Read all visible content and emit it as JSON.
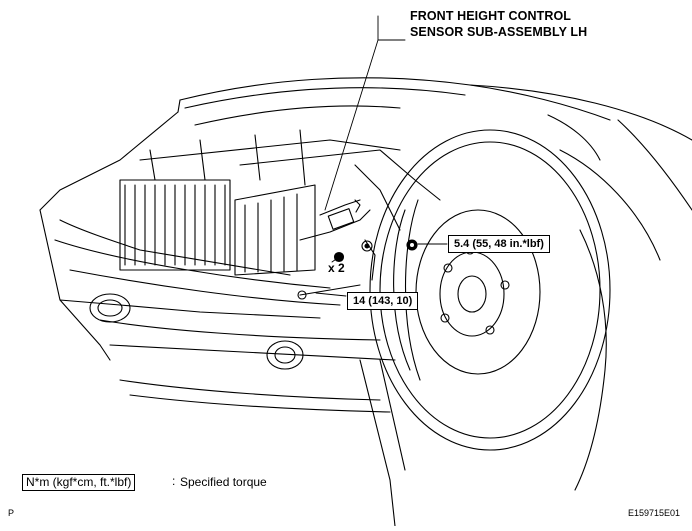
{
  "title": {
    "line1": "FRONT HEIGHT CONTROL",
    "line2": "SENSOR SUB-ASSEMBLY LH"
  },
  "callouts": {
    "torque_nut": "5.4 (55, 48 in.*lbf)",
    "torque_bolt": "14 (143, 10)",
    "quantity": "x 2"
  },
  "legend": {
    "units": "N*m (kgf*cm, ft.*lbf)",
    "separator": ":",
    "description": "Specified torque"
  },
  "footer": {
    "page_letter": "P",
    "figure_code": "E159715E01"
  }
}
